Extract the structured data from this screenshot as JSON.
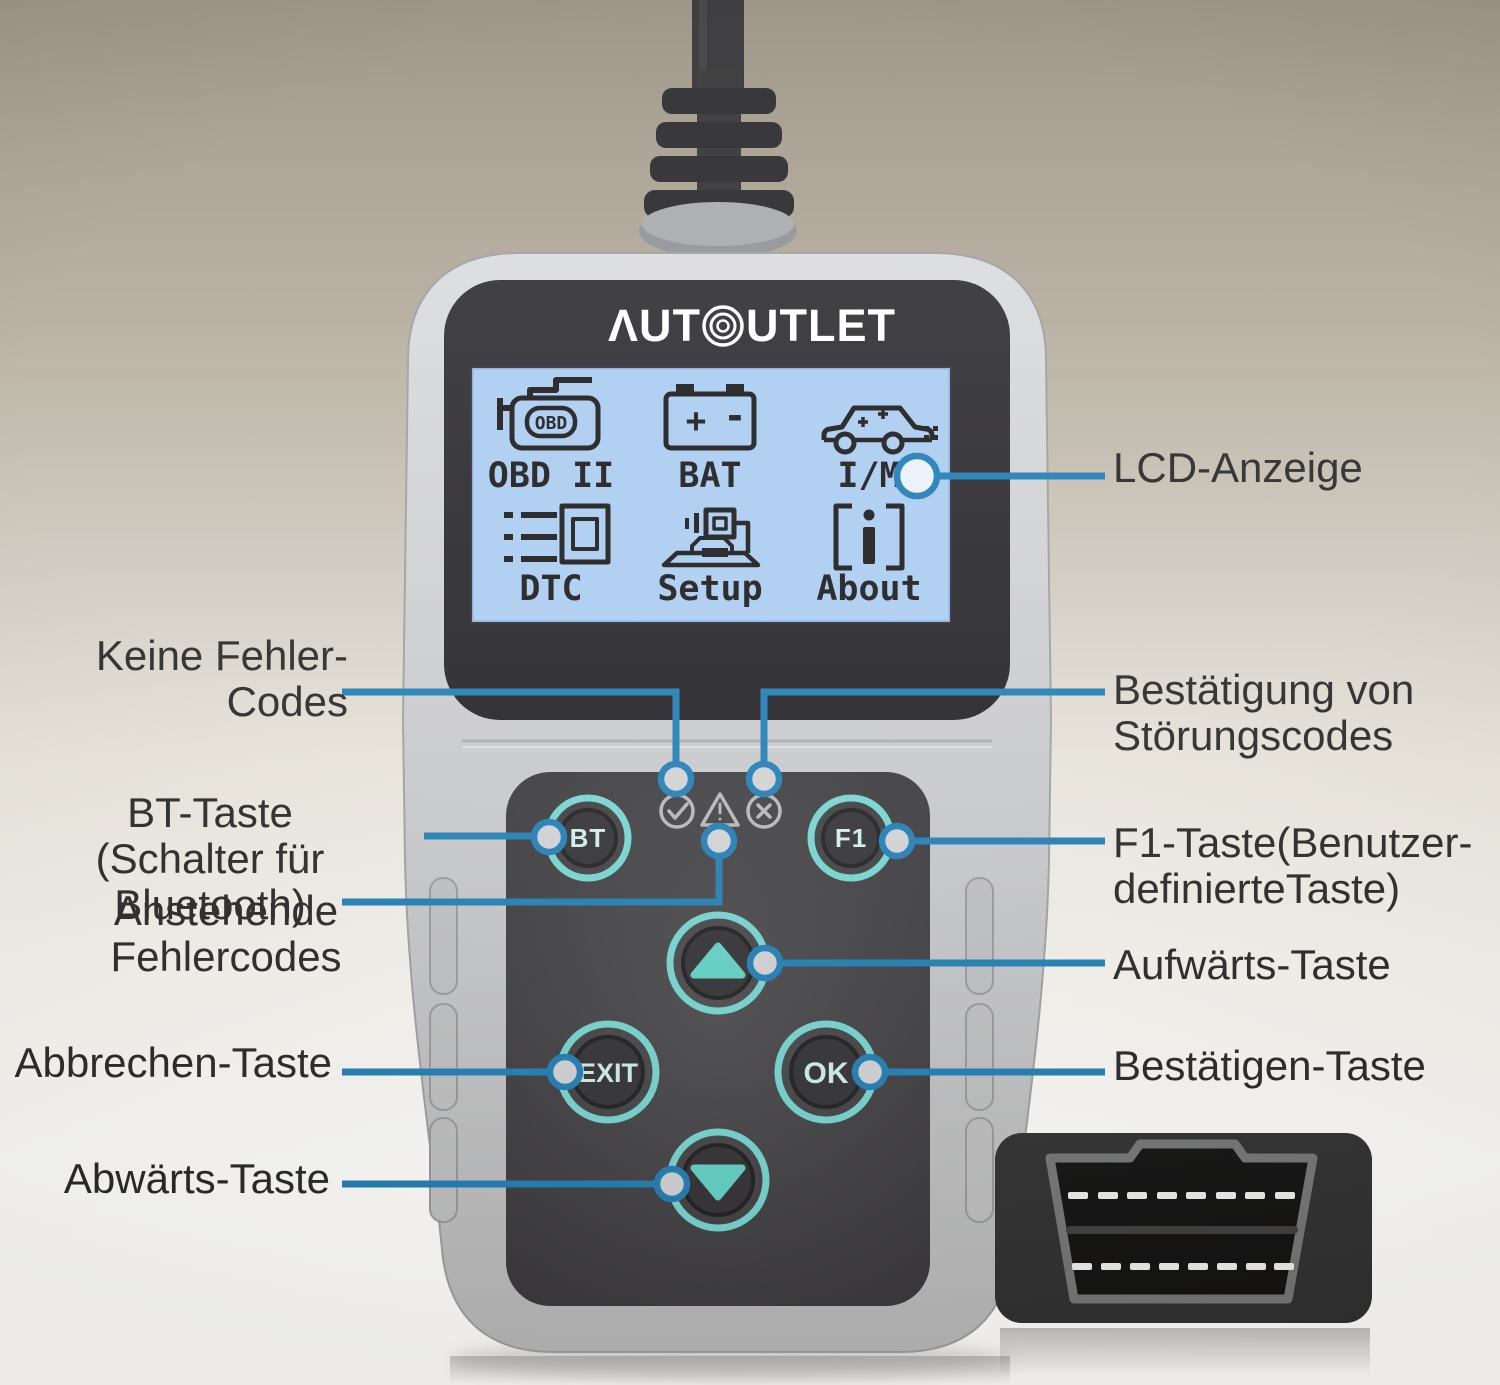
{
  "title": "Annotated diagram of AUTOUTLET OBD2 diagnostic scanner",
  "brand": {
    "text": "AUTOUTLET",
    "part1": "ΛUT",
    "part2": "UTLET"
  },
  "screen": {
    "menu": [
      {
        "label": "OBD II",
        "icon": "engine-obd-icon"
      },
      {
        "label": "BAT",
        "icon": "battery-icon"
      },
      {
        "label": "I/M",
        "icon": "car-inspection-icon"
      },
      {
        "label": "DTC",
        "icon": "trouble-codes-icon"
      },
      {
        "label": "Setup",
        "icon": "setup-machine-icon"
      },
      {
        "label": "About",
        "icon": "about-info-icon"
      }
    ],
    "engine_badge": "OBD",
    "battery_plus": "+",
    "battery_minus": "-"
  },
  "keypad": {
    "bt_label": "BT",
    "f1_label": "F1",
    "exit_label": "EXIT",
    "ok_label": "OK",
    "indicators": [
      "check-circle-icon",
      "warning-triangle-icon",
      "cross-circle-icon"
    ]
  },
  "annotations": {
    "left": [
      {
        "lines": [
          "Keine Fehler-Codes"
        ]
      },
      {
        "lines": [
          "BT-Taste",
          "(Schalter für Bluetooth)"
        ]
      },
      {
        "lines": [
          "Anstehende",
          "Fehlercodes"
        ]
      },
      {
        "lines": [
          "Abbrechen-Taste"
        ]
      },
      {
        "lines": [
          "Abwärts-Taste"
        ]
      }
    ],
    "right": [
      {
        "lines": [
          "LCD-Anzeige"
        ]
      },
      {
        "lines": [
          "Bestätigung von",
          "Störungscodes"
        ]
      },
      {
        "lines": [
          "F1-Taste(Benutzer-",
          "definierteTaste)"
        ]
      },
      {
        "lines": [
          "Aufwärts-Taste"
        ]
      },
      {
        "lines": [
          "Bestätigen-Taste"
        ]
      }
    ]
  },
  "colors": {
    "background_top": "#938b7c",
    "background_bottom": "#ffffff",
    "callout_blue": "#1b7ab2",
    "screen_blue": "#a9cbef",
    "bezel_black": "#232227",
    "body_gray": "#c8c9cb",
    "keypad_panel": "#3c3b3f",
    "key_ring_teal": "#72d3ce",
    "key_glyph_teal": "#5ecfc4",
    "icon_black": "#17171a",
    "pin_white": "#eeeeee"
  }
}
